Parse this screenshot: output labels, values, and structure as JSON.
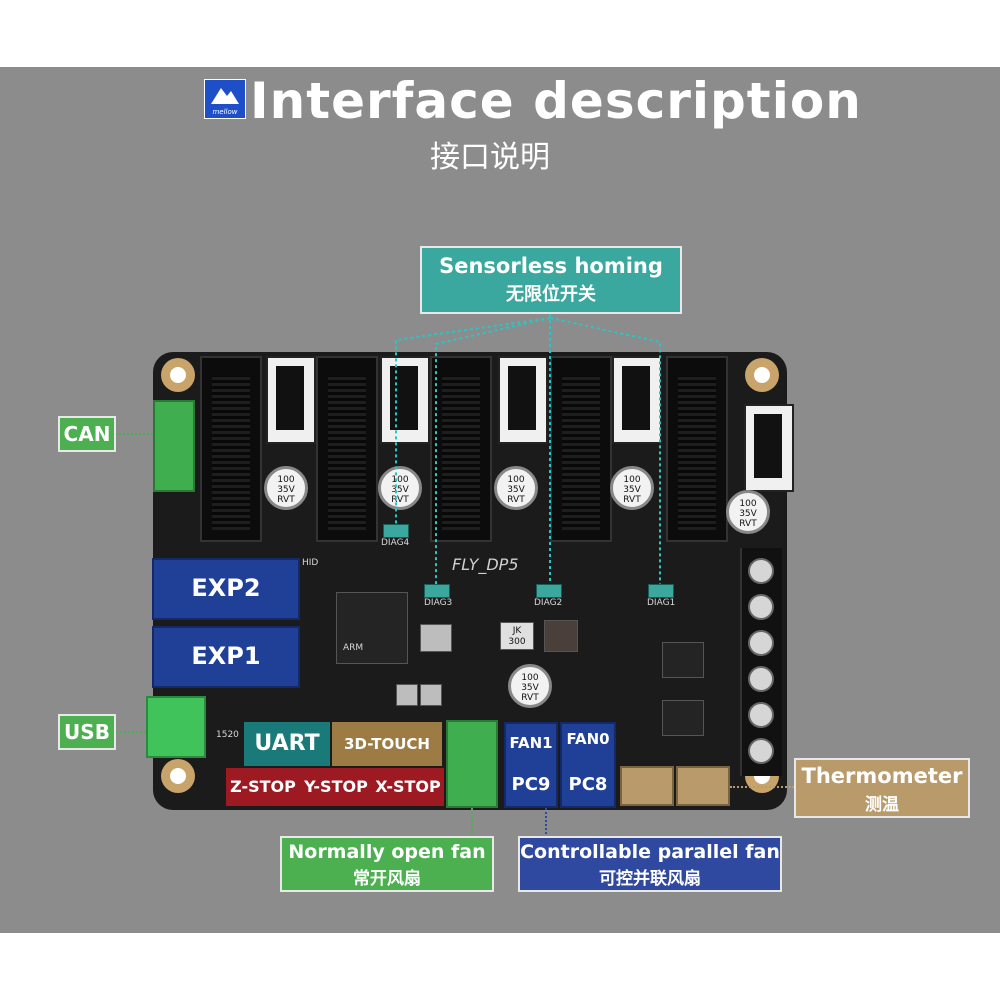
{
  "header": {
    "title": "Interface description",
    "subtitle": "接口说明",
    "logo_text": "mellow",
    "colors": {
      "logo": "#1e4fc8",
      "panel": "#8c8c8c"
    }
  },
  "board": {
    "name": "FLY_DP5",
    "hid": "HID",
    "cap_text": "100\n35V\nRVT",
    "inductor_text": "JK\n300",
    "diag_labels": [
      "DIAG4",
      "DIAG3",
      "DIAG2",
      "DIAG1"
    ],
    "smd_text": "1520",
    "mcu_text": "ARM"
  },
  "callouts": {
    "sensorless": {
      "en": "Sensorless homing",
      "zh": "无限位开关",
      "color": "#3aa89e"
    },
    "can": {
      "en": "CAN",
      "color": "#4caf50"
    },
    "usb": {
      "en": "USB",
      "color": "#4caf50"
    },
    "thermometer": {
      "en": "Thermometer",
      "zh": "测温",
      "color": "#b99a6b"
    },
    "normally_open_fan": {
      "en": "Normally open fan",
      "zh": "常开风扇",
      "color": "#4caf50"
    },
    "parallel_fan": {
      "en": "Controllable parallel fan",
      "zh": "可控并联风扇",
      "color": "#2f49a0"
    }
  },
  "connectors": {
    "exp2": "EXP2",
    "exp1": "EXP1",
    "uart": "UART",
    "touch": "3D-TOUCH",
    "zstop": "Z-STOP",
    "ystop": "Y-STOP",
    "xstop": "X-STOP",
    "fan1": "FAN1",
    "fan0": "FAN0",
    "pc9": "PC9",
    "pc8": "PC8"
  }
}
